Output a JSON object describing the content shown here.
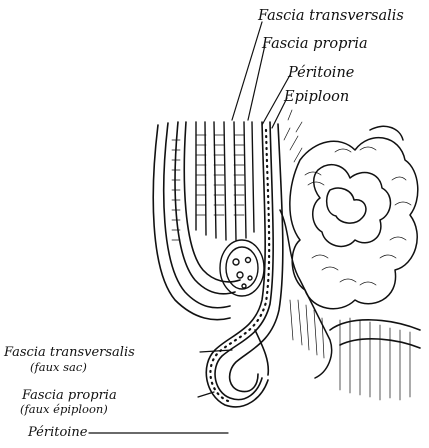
{
  "labels": {
    "fascia_transversalis_top": "Fascia transversalis",
    "fascia_propria_top": "Fascia propria",
    "peritoine_top": "Péritoine",
    "epiploon": "Epiploon",
    "fascia_transversalis_left": "Fascia transversalis",
    "faux_sac": "(faux sac)",
    "fascia_propria_left": "Fascia propria",
    "faux_epiploon": "(faux épiploon)",
    "peritoine_bottom": "Péritoine"
  },
  "colors": {
    "ink": "#111111",
    "background": "#ffffff"
  }
}
